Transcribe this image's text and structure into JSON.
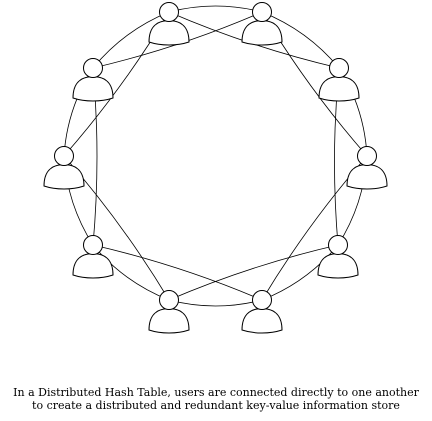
{
  "caption": {
    "line1": "In a Distributed Hash Table, users are connected directly to one another",
    "line2": "to create a distributed and redundant key-value information store"
  },
  "colors": {
    "stroke": "#000000",
    "fill": "#ffffff",
    "background": "#ffffff"
  },
  "diagram": {
    "node_icon": "user-icon",
    "node_count": 10,
    "topology": "ring with chord links between every node and the node two positions ahead"
  }
}
